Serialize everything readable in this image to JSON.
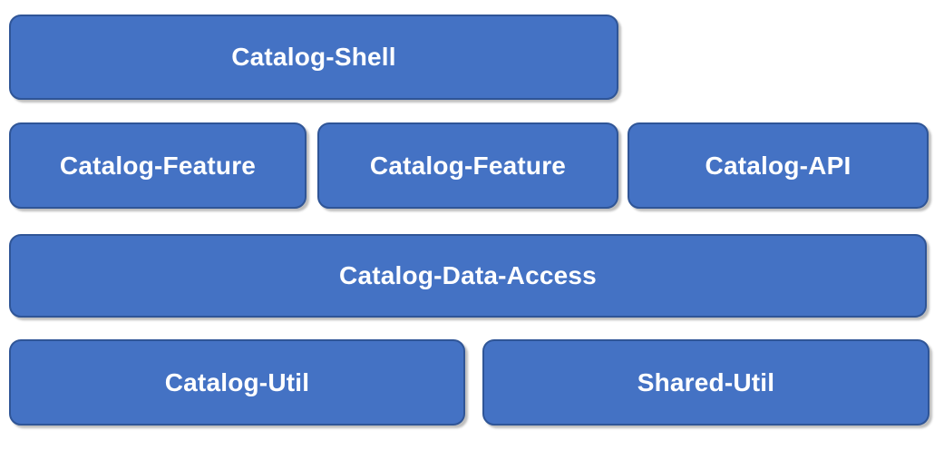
{
  "diagram": {
    "background": "#ffffff",
    "node_fill": "#4472C4",
    "node_border": "#2F5597",
    "node_text_color": "#ffffff",
    "nodes": [
      {
        "label": "Catalog-Shell"
      },
      {
        "label": "Catalog-Feature"
      },
      {
        "label": "Catalog-Feature"
      },
      {
        "label": "Catalog-API"
      },
      {
        "label": "Catalog-Data-Access"
      },
      {
        "label": "Catalog-Util"
      },
      {
        "label": "Shared-Util"
      }
    ]
  }
}
